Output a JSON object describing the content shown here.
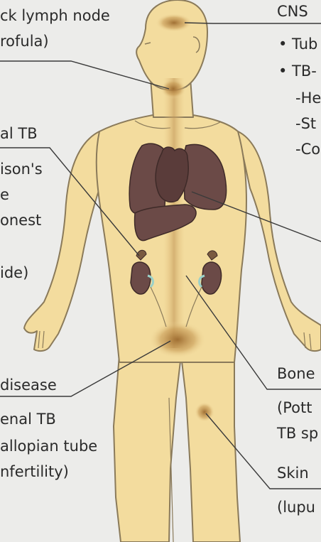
{
  "colors": {
    "background": "#ececea",
    "skin": "#f3dc9e",
    "skin_outline": "#8a7a5a",
    "organ": "#6b4a47",
    "lesion": "#b07a3a",
    "leader_line": "#3a3a3a"
  },
  "labels": {
    "neck_lymph_node": "ck lymph node",
    "scrofula": "rofula)",
    "renal_tb_left": "al TB",
    "addisons": "ison's",
    "e_fragment": "e",
    "honest": "onest",
    "ide": "ide)",
    "disease": "disease",
    "enal_tb": "enal TB",
    "fallopian_tube": "allopian tube",
    "infertility": "nfertility)",
    "cns": "CNS",
    "tub_bullet": "• Tub",
    "tb_bullet": "• TB-",
    "he": "-He",
    "st": "-St",
    "co": "-Co",
    "bone": "Bone",
    "pott": "(Pott",
    "tb_sp": "TB sp",
    "skin": "Skin",
    "lupu": "(lupu"
  }
}
